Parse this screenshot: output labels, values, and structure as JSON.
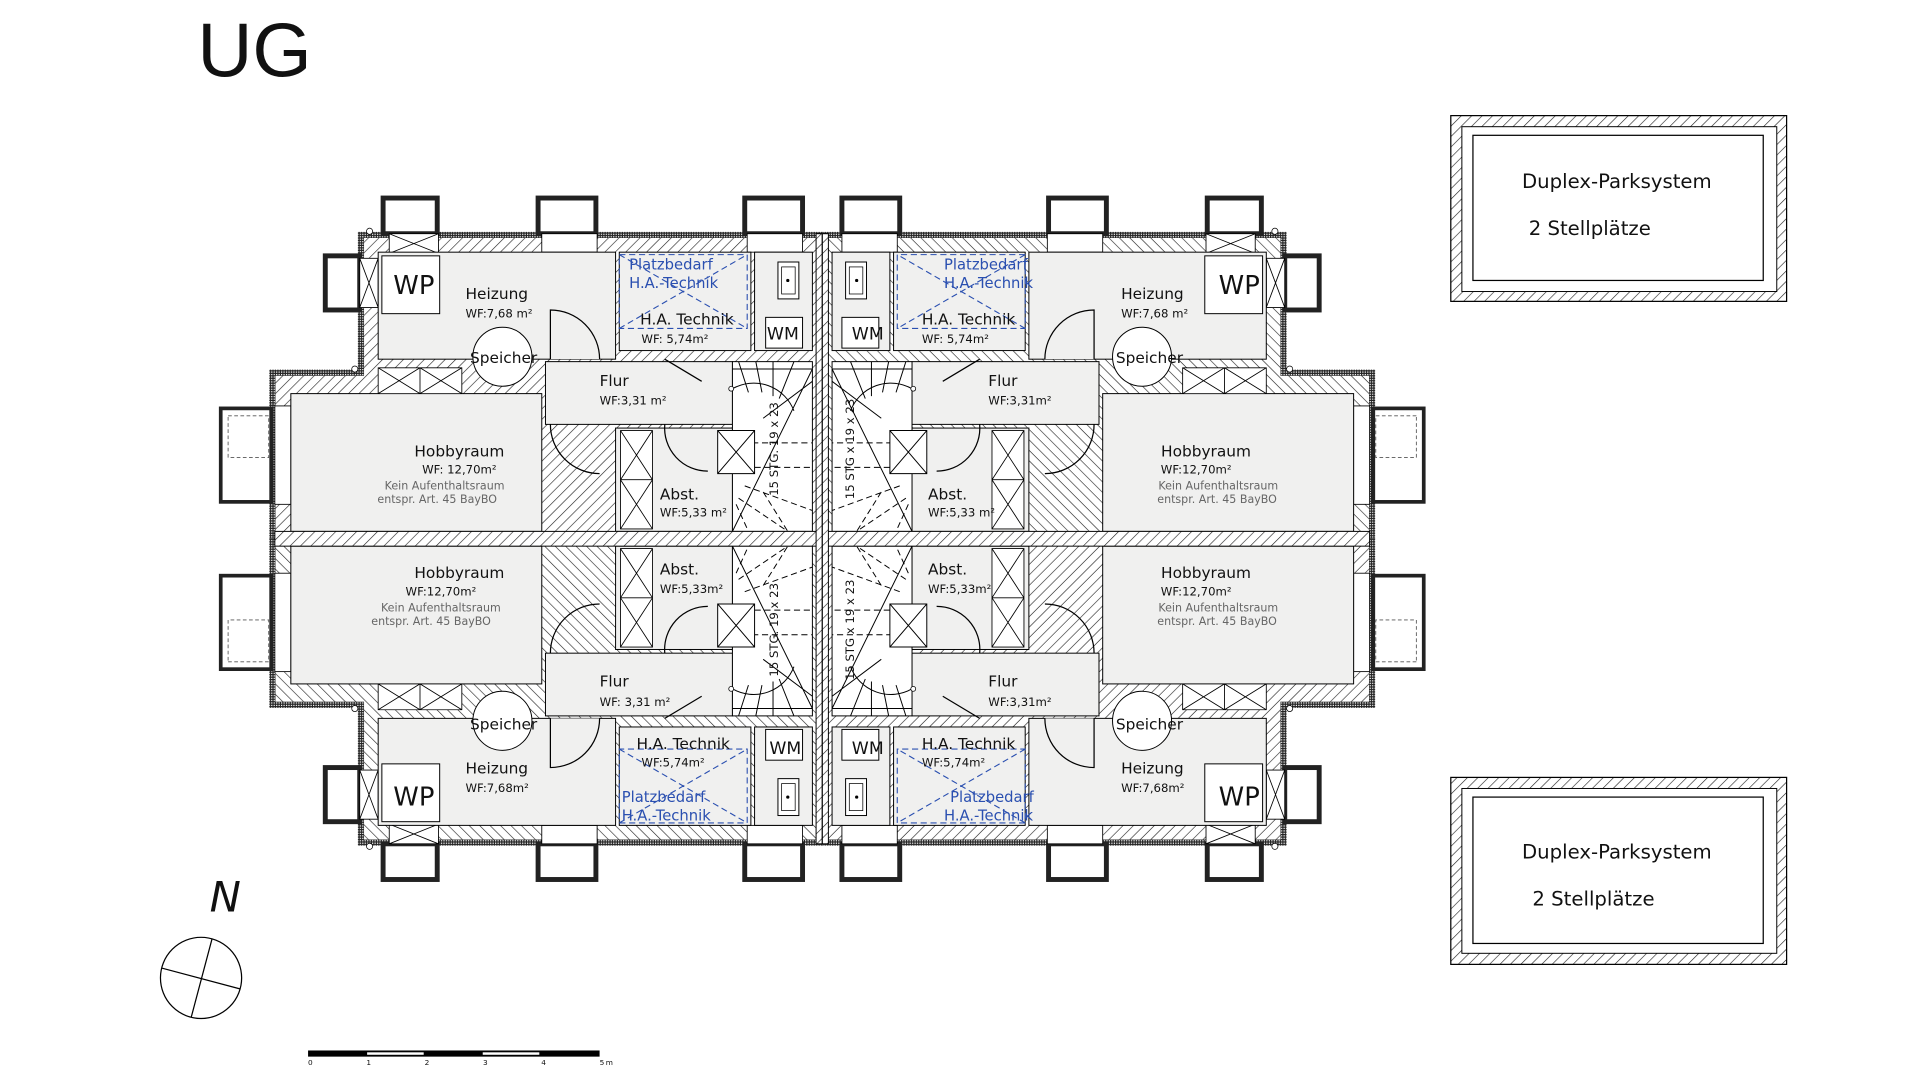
{
  "title": "UG",
  "north_label": "N",
  "scale_bar": {
    "labels": [
      "0",
      "1",
      "2",
      "3",
      "4",
      "5"
    ],
    "unit": "m"
  },
  "parking": [
    {
      "name": "Duplex-Parksystem",
      "spaces": "2 Stellplätze"
    },
    {
      "name": "Duplex-Parksystem",
      "spaces": "2 Stellplätze"
    }
  ],
  "units": [
    {
      "wp": "WP",
      "heizung": "Heizung",
      "heizung_area": "WF:7,68 m²",
      "speicher": "Speicher",
      "platzbedarf1": "Platzbedarf",
      "platzbedarf2": "H.A.-Technik",
      "technik": "H.A. Technik",
      "technik_area": "WF: 5,74m²",
      "wm": "WM",
      "flur": "Flur",
      "flur_area": "WF:3,31 m²",
      "hobby": "Hobbyraum",
      "hobby_area": "WF: 12,70m²",
      "note1": "Kein  Aufenthaltsraum",
      "note2": "entspr. Art. 45  BayBO",
      "abst": "Abst.",
      "abst_area": "WF:5,33 m²",
      "stair": "15 STG. 19 x 23"
    },
    {
      "wp": "WP",
      "heizung": "Heizung",
      "heizung_area": "WF:7,68 m²",
      "speicher": "Speicher",
      "platzbedarf1": "Platzbedarf",
      "platzbedarf2": "H.A.-Technik",
      "technik": "H.A. Technik",
      "technik_area": "WF: 5,74m²",
      "wm": "WM",
      "flur": "Flur",
      "flur_area": "WF:3,31m²",
      "hobby": "Hobbyraum",
      "hobby_area": "WF:12,70m²",
      "note1": "Kein Aufenthaltsraum",
      "note2": "entspr. Art. 45 BayBO",
      "abst": "Abst.",
      "abst_area": "WF:5,33 m²",
      "stair": "15 STG x 19 x 23"
    },
    {
      "wp": "WP",
      "heizung": "Heizung",
      "heizung_area": "WF:7,68m²",
      "speicher": "Speicher",
      "platzbedarf1": "Platzbedarf",
      "platzbedarf2": "H.A.-Technik",
      "technik": "H.A. Technik",
      "technik_area": "WF:5,74m²",
      "wm": "WM",
      "flur": "Flur",
      "flur_area": "WF: 3,31 m²",
      "hobby": "Hobbyraum",
      "hobby_area": "WF:12,70m²",
      "note1": "Kein Aufenthaltsraum",
      "note2": "entspr. Art. 45  BayBO",
      "abst": "Abst.",
      "abst_area": "WF:5,33m²",
      "stair": "15 STG. 19 x 23"
    },
    {
      "wp": "WP",
      "heizung": "Heizung",
      "heizung_area": "WF:7,68m²",
      "speicher": "Speicher",
      "platzbedarf1": "Platzbedarf",
      "platzbedarf2": "H.A.-Technik",
      "technik": "H.A. Technik",
      "technik_area": "WF:5,74m²",
      "wm": "WM",
      "flur": "Flur",
      "flur_area": "WF:3,31m²",
      "hobby": "Hobbyraum",
      "hobby_area": "WF:12,70m²",
      "note1": "Kein Aufenthaltsraum",
      "note2": "entspr. Art. 45  BayBO",
      "abst": "Abst.",
      "abst_area": "WF:5,33m²",
      "stair": "15 STG x 19 x 23"
    }
  ]
}
